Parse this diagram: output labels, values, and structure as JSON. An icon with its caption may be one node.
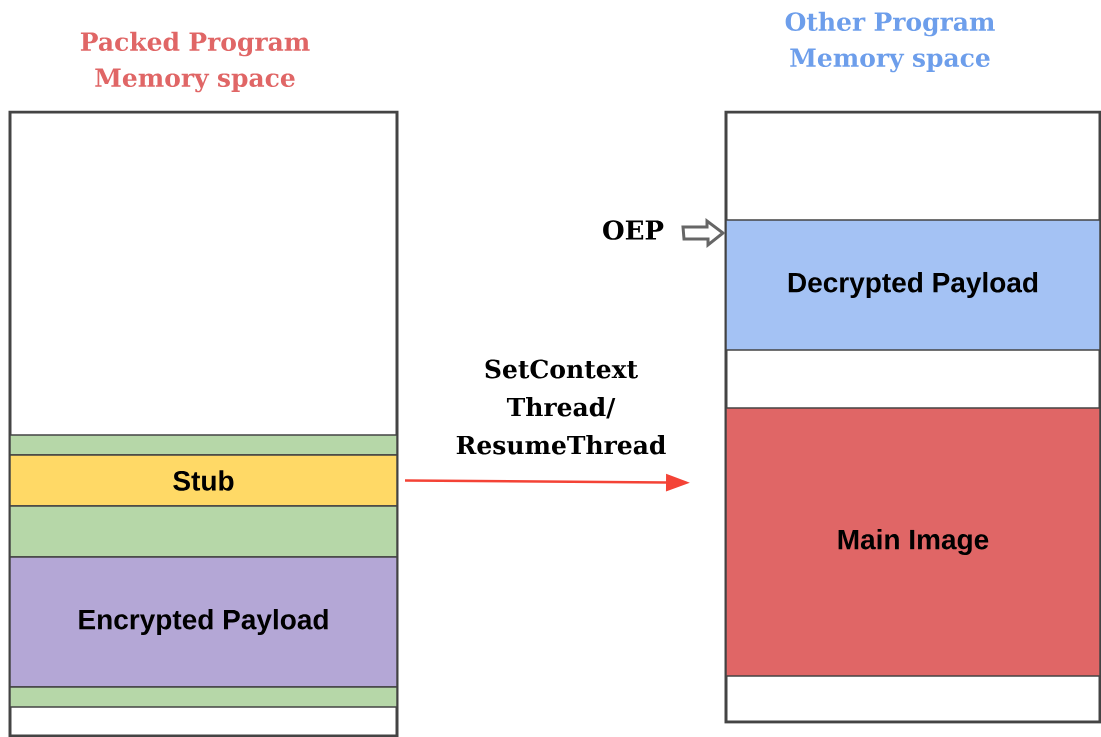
{
  "diagram": {
    "nodes": [
      {
        "text": [
          "Packed Program Memory space"
        ]
      },
      {
        "text": [],
        "shape": "bar",
        "in": 0
      },
      {
        "text": [
          "Stub"
        ],
        "in": 0
      },
      {
        "text": [],
        "shape": "bar",
        "in": 0
      },
      {
        "text": [
          "Encrypted Payload"
        ],
        "in": 0
      },
      {
        "text": [],
        "shape": "bar",
        "in": 0
      },
      {
        "text": [
          "Other Program Memory space"
        ]
      },
      {
        "text": [
          "OEP"
        ]
      },
      {
        "text": [
          "Decrypted Payload"
        ],
        "in": 6
      },
      {
        "text": [
          "Main Image"
        ],
        "in": 6
      }
    ],
    "edges": [
      {
        "from": 2,
        "to": 6,
        "arrow": "to",
        "label": "SetContext Thread/ ResumeThread",
        "color": "#f44336"
      },
      {
        "from": 7,
        "to": 8,
        "arrow": "to",
        "style": "thick",
        "color": "#666666"
      }
    ]
  }
}
